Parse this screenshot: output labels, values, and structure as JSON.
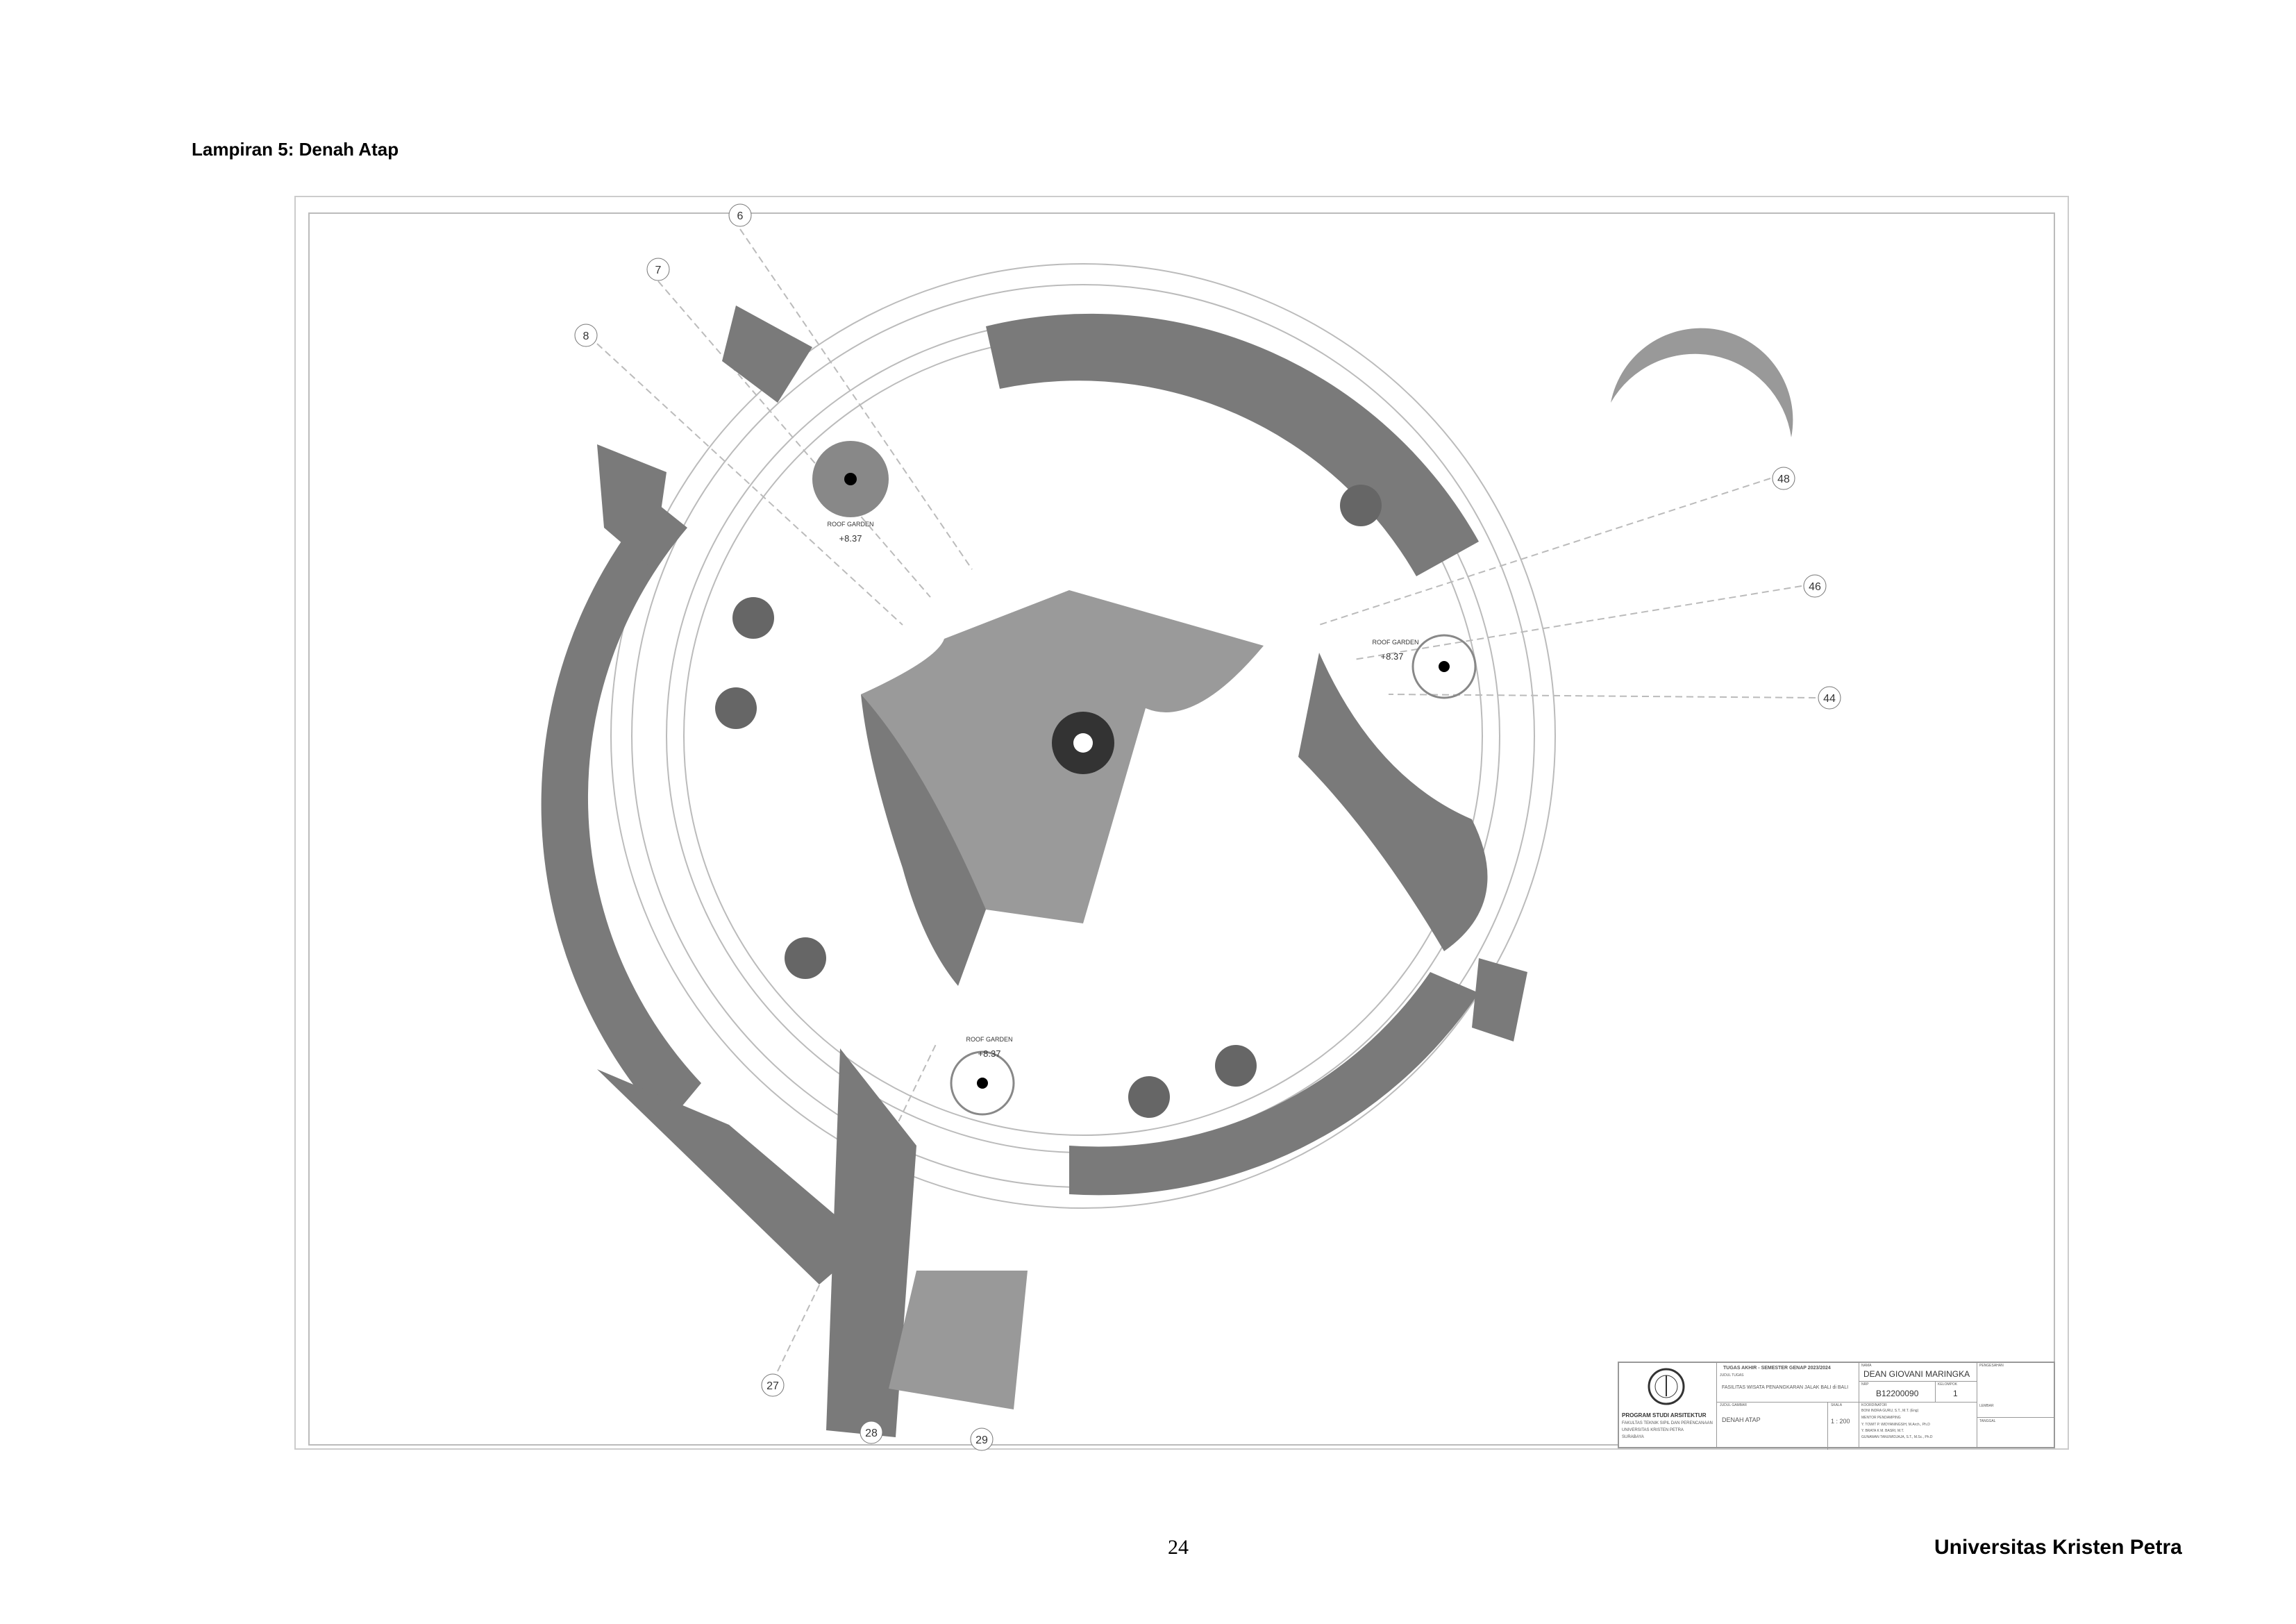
{
  "header": {
    "title": "Lampiran 5: Denah Atap"
  },
  "footer": {
    "page_number": "24",
    "institution": "Universitas Kristen Petra"
  },
  "drawing": {
    "grid_bubbles": [
      "6",
      "7",
      "8",
      "48",
      "46",
      "44",
      "27",
      "28",
      "29"
    ],
    "roof_gardens": [
      {
        "label": "ROOF GARDEN",
        "level": "+8.37"
      },
      {
        "label": "ROOF GARDEN",
        "level": "+8.37"
      },
      {
        "label": "ROOF GARDEN",
        "level": "+8.37"
      }
    ]
  },
  "title_block": {
    "program": "PROGRAM STUDI ARSITEKTUR",
    "faculty": "FAKULTAS TEKNIK SIPIL DAN PERENCANAAN",
    "university": "UNIVERSITAS KRISTEN PETRA",
    "city": "SURABAYA",
    "course": "TUGAS AKHIR - SEMESTER GENAP 2023/2024",
    "project_label": "JUDUL TUGAS",
    "project": "FASILITAS WISATA PENANGKARAN JALAK BALI di BALI",
    "sheet_label": "JUDUL GAMBAR",
    "sheet_title": "DENAH ATAP",
    "scale_label": "SKALA",
    "scale": "1 : 200",
    "name_label": "NAMA",
    "name": "DEAN GIOVANI MARINGKA",
    "nrp_label": "NRP",
    "nrp": "B12200090",
    "group_label": "KELOMPOK",
    "group": "1",
    "supervisor_label": "KOORDINATOR",
    "supervisor": "BONI INDRA GURU, S.T., M.T. (Eng)",
    "mentors_label": "MENTOR PENDAMPING",
    "mentors": [
      "Y. TOWIT P. WIDYANINGSIH, M.Arch., Ph.D",
      "Y. BRATA K M. BASRI, M.T.",
      "GUNAWAN TANUWIDJAJA, S.T., M.Sc., Ph.D"
    ],
    "approval_label": "PENGESAHAN",
    "sheet_no_label": "LEMBAR",
    "date_label": "TANGGAL"
  }
}
